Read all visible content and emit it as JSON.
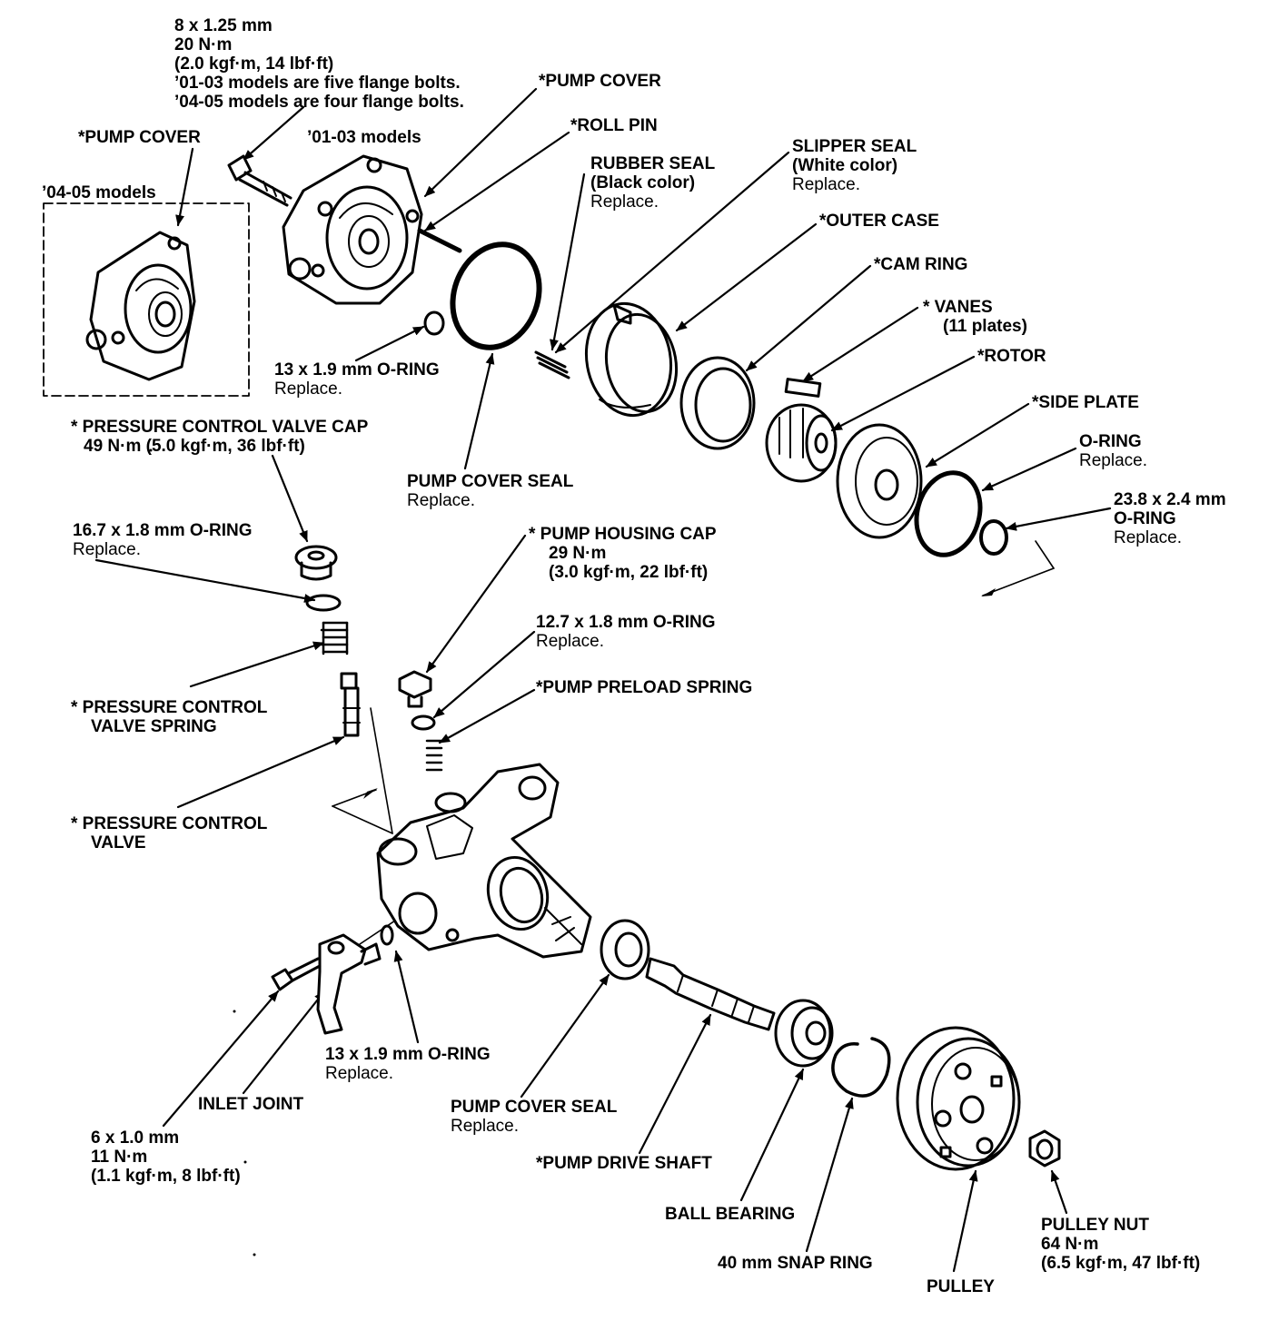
{
  "colors": {
    "ink": "#000000",
    "paper": "#ffffff"
  },
  "labels": {
    "bolt_main": [
      "8 x 1.25 mm",
      "20 N·m",
      "(2.0 kgf·m, 14 lbf·ft)",
      "’01-03 models are five flange bolts.",
      "’04-05 models are four flange bolts."
    ],
    "pump_cover_top": "*PUMP COVER",
    "roll_pin": "*ROLL PIN",
    "pump_cover_left": "*PUMP COVER",
    "models_0103": "’01-03 models",
    "models_0405": "’04-05 models",
    "rubber_seal": [
      "RUBBER SEAL",
      "(Black color)",
      "Replace."
    ],
    "slipper_seal": [
      "SLIPPER SEAL",
      "(White color)",
      "Replace."
    ],
    "outer_case": "*OUTER CASE",
    "cam_ring": "*CAM RING",
    "vanes": [
      "*  VANES",
      "(11 plates)"
    ],
    "rotor": "*ROTOR",
    "side_plate": "*SIDE PLATE",
    "oring_13_upper": [
      "13 x 1.9 mm O-RING",
      "Replace."
    ],
    "oring_right": [
      "O-RING",
      "Replace."
    ],
    "oring_23": [
      "23.8 x 2.4 mm",
      "O-RING",
      "Replace."
    ],
    "pcv_cap": [
      "*  PRESSURE CONTROL VALVE CAP",
      "49 N·m (5.0 kgf·m, 36 lbf·ft)"
    ],
    "pump_cover_seal_upper": [
      "PUMP COVER SEAL",
      "Replace."
    ],
    "oring_167": [
      "16.7 x 1.8 mm O-RING",
      "Replace."
    ],
    "pump_housing_cap": [
      "*  PUMP HOUSING CAP",
      "29 N·m",
      "(3.0 kgf·m, 22 lbf·ft)"
    ],
    "oring_127": [
      "12.7 x 1.8 mm O-RING",
      "Replace."
    ],
    "preload_spring": "*PUMP PRELOAD SPRING",
    "pcv_spring": [
      "*  PRESSURE CONTROL",
      "VALVE SPRING"
    ],
    "pcv": [
      "*  PRESSURE CONTROL",
      "VALVE"
    ],
    "oring_13_lower": [
      "13 x 1.9 mm O-RING",
      "Replace."
    ],
    "inlet_joint": "INLET JOINT",
    "pump_cover_seal_lower": [
      "PUMP COVER SEAL",
      "Replace."
    ],
    "bolt_6": [
      "6 x 1.0 mm",
      "11 N·m",
      "(1.1 kgf·m, 8 lbf·ft)"
    ],
    "drive_shaft": "*PUMP DRIVE SHAFT",
    "ball_bearing": "BALL BEARING",
    "snap_ring": "40 mm SNAP RING",
    "pulley_nut": [
      "PULLEY NUT",
      "64 N·m",
      "(6.5 kgf·m, 47 lbf·ft)"
    ],
    "pulley": "PULLEY"
  }
}
